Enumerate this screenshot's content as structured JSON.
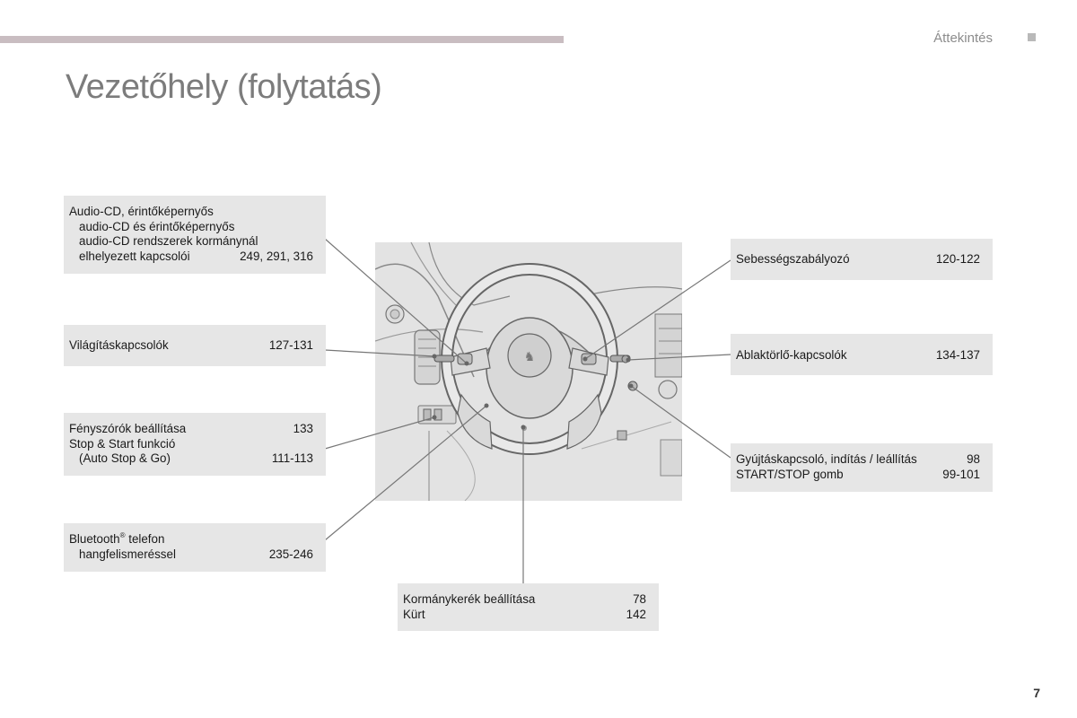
{
  "header": {
    "section": "Áttekintés",
    "title": "Vezetőhely (folytatás)",
    "page_number": "7",
    "accent_color": "#c9bdc1"
  },
  "callouts": {
    "audio": {
      "line1": "Audio-CD, érintőképernyős",
      "line2": "audio-CD és érintőképernyős",
      "line3": "audio-CD rendszerek kormánynál",
      "line4": "elhelyezett kapcsolói",
      "pages": "249, 291, 316"
    },
    "lighting": {
      "label": "Világításkapcsolók",
      "pages": "127-131"
    },
    "headlamp": {
      "label1": "Fényszórók beállítása",
      "pages1": "133",
      "label2": "Stop & Start funkció",
      "label3": "(Auto Stop & Go)",
      "pages3": "111-113"
    },
    "bluetooth": {
      "label1": "Bluetooth",
      "sup": "®",
      "label1b": " telefon",
      "label2": "hangfelismeréssel",
      "pages2": "235-246"
    },
    "cruise": {
      "label": "Sebességszabályozó",
      "pages": "120-122"
    },
    "wiper": {
      "label": "Ablaktörlő-kapcsolók",
      "pages": "134-137"
    },
    "ignition": {
      "label1": "Gyújtáskapcsoló, indítás / leállítás",
      "pages1": "98",
      "label2": "START/STOP gomb",
      "pages2": "99-101"
    },
    "steering": {
      "label1": "Kormánykerék beállítása",
      "pages1": "78",
      "label2": "Kürt",
      "pages2": "142"
    }
  },
  "illustration": {
    "icon": "steering-wheel-dashboard-illustration"
  }
}
